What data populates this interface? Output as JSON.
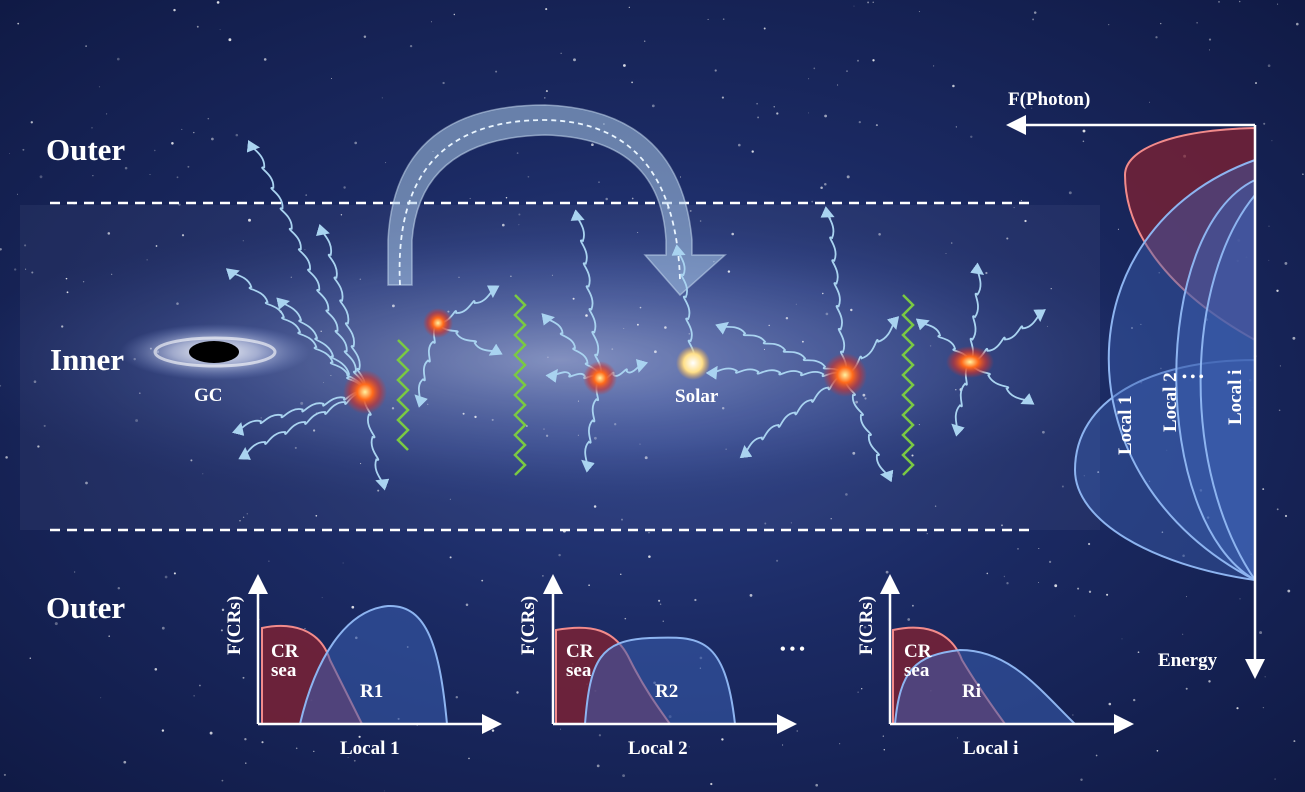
{
  "regions": {
    "outer_top": "Outer",
    "inner": "Inner",
    "outer_bottom": "Outer"
  },
  "markers": {
    "gc": "GC",
    "solar": "Solar"
  },
  "photon_panel": {
    "y_axis": "F(Photon)",
    "x_axis": "Energy",
    "curves": [
      "Local 1",
      "Local 2",
      "Local i"
    ],
    "ellipsis": "• • •"
  },
  "cr_panels": [
    {
      "ylabel": "F(CRs)",
      "sea": "CR",
      "sea2": "sea",
      "region": "R1",
      "xlabel": "Local 1"
    },
    {
      "ylabel": "F(CRs)",
      "sea": "CR",
      "sea2": "sea",
      "region": "R2",
      "xlabel": "Local 2"
    },
    {
      "ylabel": "F(CRs)",
      "sea": "CR",
      "sea2": "sea",
      "region": "Ri",
      "xlabel": "Local i"
    }
  ],
  "between_panels": "• • •",
  "colors": {
    "arrow": "#a9d3f0",
    "shock": "#7ac943",
    "cr_sea": "#7a2235",
    "region_blue": "#3b5fb0",
    "outline_red": "#f28b8b",
    "outline_blue": "#8db4f0"
  }
}
